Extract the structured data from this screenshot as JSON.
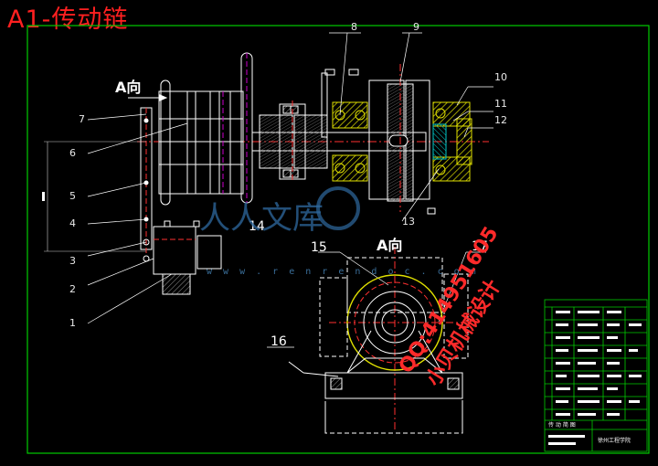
{
  "drawing": {
    "title": "A1-传动链",
    "view_label_top": "A向",
    "view_label_side": "A向",
    "part_numbers": [
      "1",
      "2",
      "3",
      "4",
      "5",
      "6",
      "7",
      "8",
      "9",
      "10",
      "11",
      "12",
      "13",
      "14",
      "15",
      "16",
      "17"
    ],
    "watermark_contact": "QQ:414951605",
    "watermark_service": "小贝机械设计",
    "watermark_site": "w w w . r e n r e n d o c . c o m",
    "watermark_logo": "人人文库"
  },
  "title_block": {
    "drawing_name": "传 动 简 图",
    "school": "徐州工程学院"
  },
  "colors": {
    "background": "#000000",
    "frame": "#00cc00",
    "geometry": "#ffffff",
    "centerline": "#ff3030",
    "hidden_line": "#cc00cc",
    "hatch_yellow": "#e0e000",
    "hatch_cyan": "#00c8c8",
    "title_red": "#ff2020"
  }
}
